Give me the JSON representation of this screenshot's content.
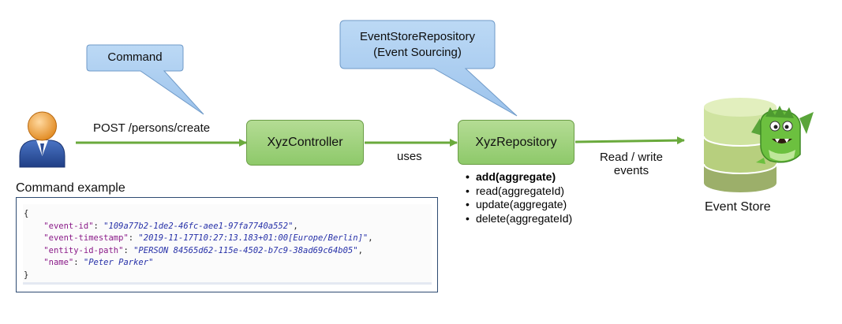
{
  "callouts": {
    "command": "Command",
    "repository_line1": "EventStoreRepository",
    "repository_line2": "(Event Sourcing)"
  },
  "flow": {
    "post_label": "POST /persons/create",
    "controller": "XyzController",
    "uses_label": "uses",
    "repository": "XyzRepository",
    "read_write_line1": "Read / write",
    "read_write_line2": "events",
    "event_store": "Event Store"
  },
  "repository_methods": [
    "add(aggregate)",
    "read(aggregateId)",
    "update(aggregate)",
    "delete(aggregateId)"
  ],
  "command_example": {
    "title": "Command example",
    "open_brace": "{",
    "close_brace": "}",
    "fields": [
      {
        "key": "\"event-id\"",
        "value": "\"109a77b2-1de2-46fc-aee1-97fa7740a552\""
      },
      {
        "key": "\"event-timestamp\"",
        "value": "\"2019-11-17T10:27:13.183+01:00[Europe/Berlin]\""
      },
      {
        "key": "\"entity-id-path\"",
        "value": "\"PERSON 84565d62-115e-4502-b7c9-38ad69c64b05\""
      },
      {
        "key": "\"name\"",
        "value": "\"Peter Parker\""
      }
    ]
  },
  "icons": {
    "user": "user-icon",
    "database": "database-icon",
    "mascot": "green-monster-mascot-icon"
  },
  "colors": {
    "arrow": "#6aaa3c",
    "box_fill": "#a6d588",
    "box_border": "#6b9e46",
    "callout_fill": "#a9cdf2",
    "callout_border": "#6f9ac8",
    "db_top": "#cfe3a0",
    "db_mid": "#b7cf7e",
    "db_bottom": "#9caf6a",
    "json_key": "#8a1a88",
    "json_value": "#2630a8"
  }
}
